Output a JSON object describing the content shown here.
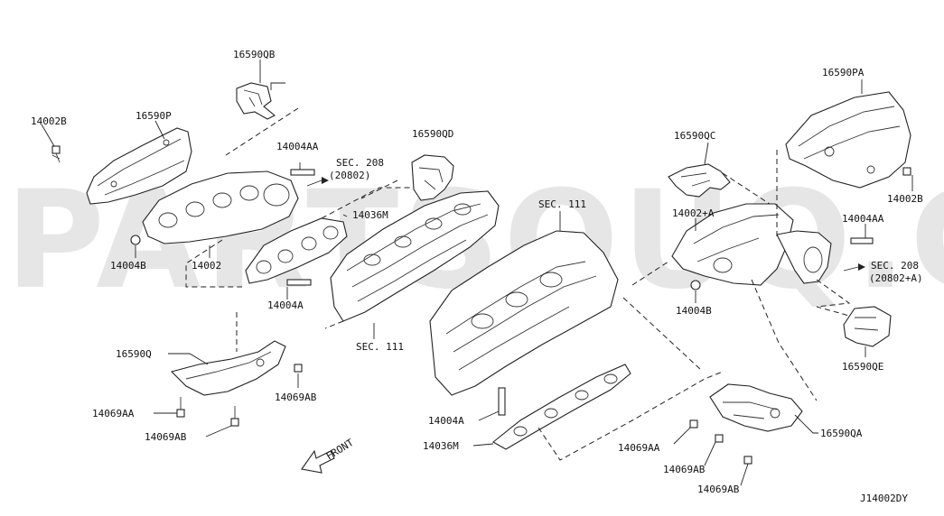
{
  "watermark": "PARTSOUQ.COM",
  "diagram_code": "J14002DY",
  "front_label": "FRONT",
  "labels": {
    "p16590QB": "16590QB",
    "p14002B_l": "14002B",
    "p16590P": "16590P",
    "p14004AA_l": "14004AA",
    "sec208_l": "SEC. 208",
    "sec208_l_sub": "(20802)",
    "p16590QD": "16590QD",
    "p14036M_l": "14036M",
    "p14004B_l": "14004B",
    "p14002": "14002",
    "p14004A_l": "14004A",
    "sec111_l": "SEC. 111",
    "sec111_r": "SEC. 111",
    "p16590Q": "16590Q",
    "p14069AB_a": "14069AB",
    "p14069AA_l": "14069AA",
    "p14069AB_b": "14069AB",
    "p14004A_c": "14004A",
    "p14036M_c": "14036M",
    "p16590QC": "16590QC",
    "p14002A": "14002+A",
    "p14004B_r": "14004B",
    "p16590PA": "16590PA",
    "p14002B_r": "14002B",
    "p14004AA_r": "14004AA",
    "sec208_r": "SEC. 208",
    "sec208_r_sub": "(20802+A)",
    "p16590QE": "16590QE",
    "p16590QA": "16590QA",
    "p14069AA_r": "14069AA",
    "p14069AB_c": "14069AB",
    "p14069AB_d": "14069AB"
  }
}
